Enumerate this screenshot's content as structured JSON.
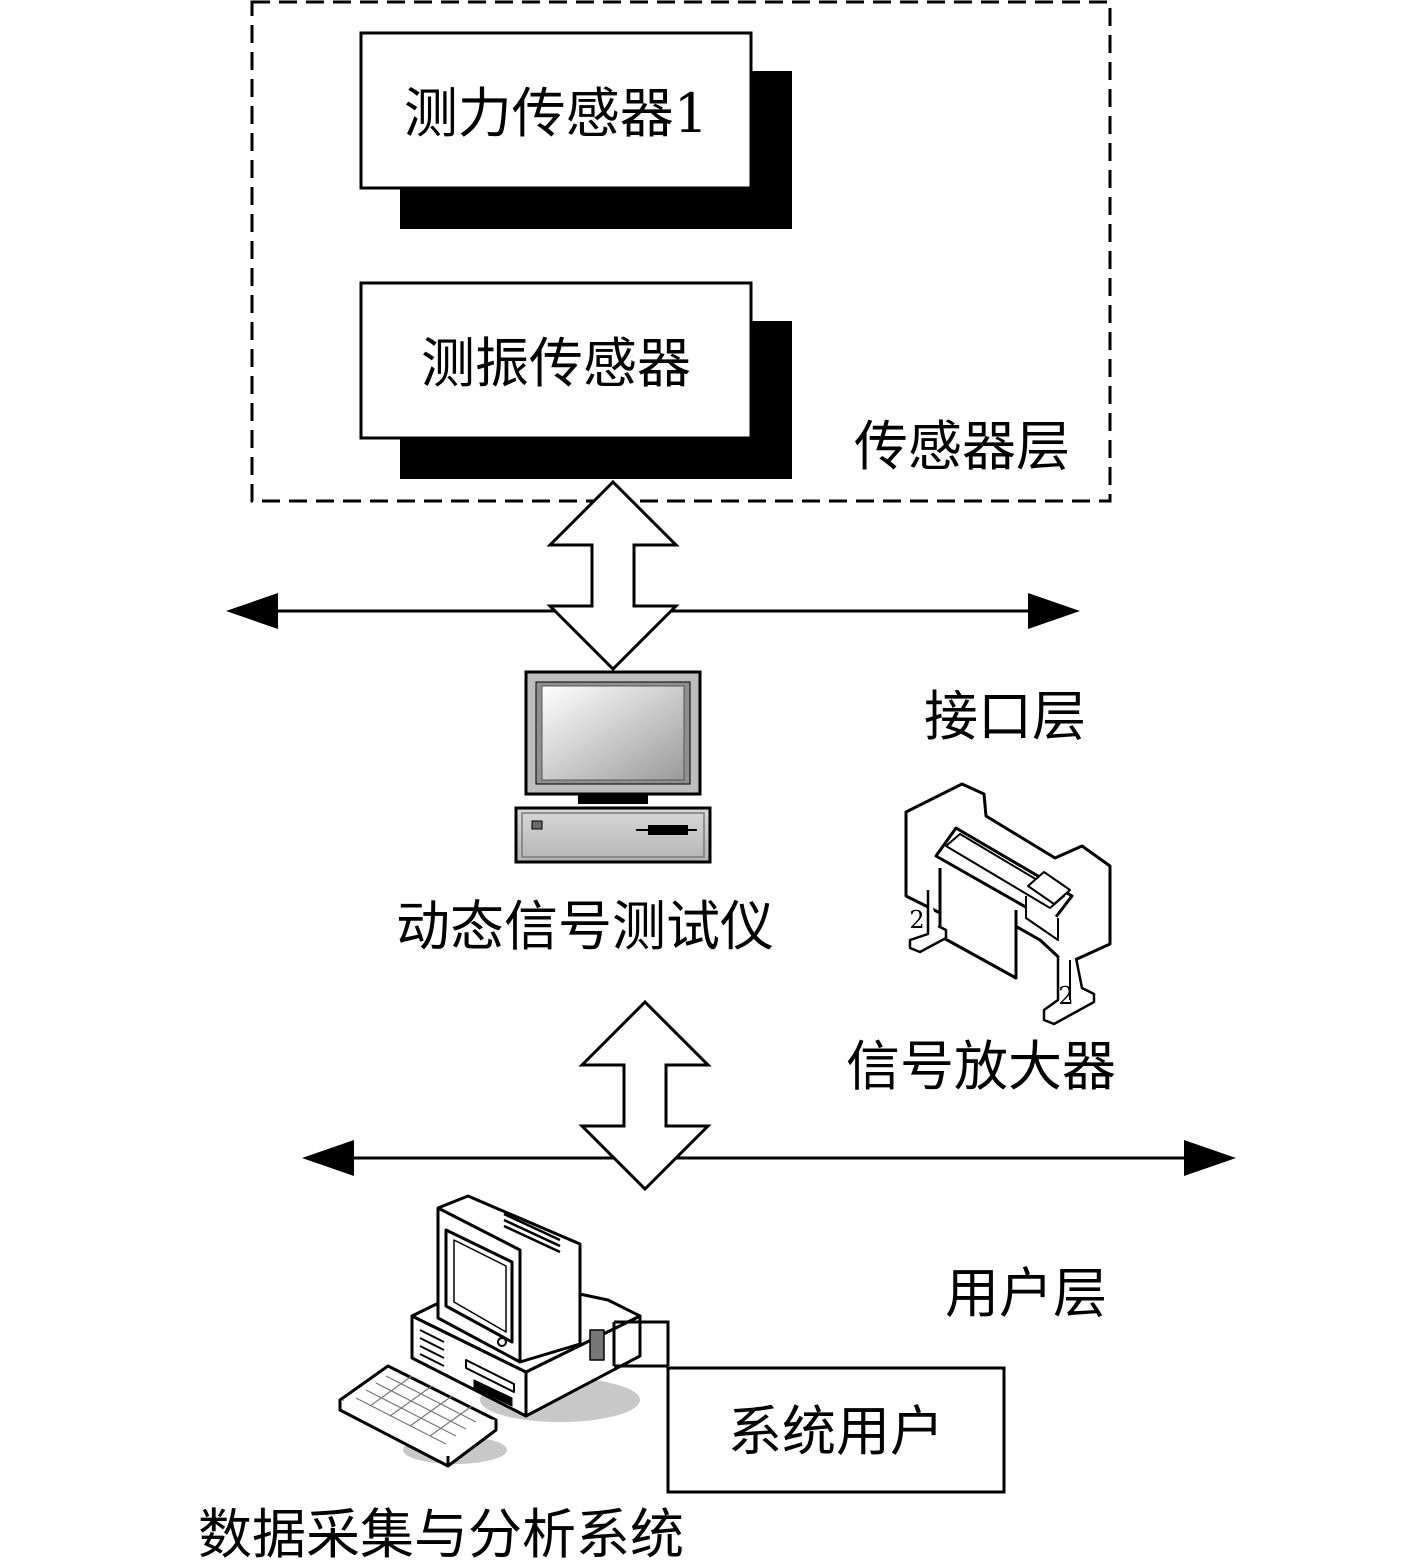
{
  "layers": {
    "sensor_layer": "传感器层",
    "interface_layer": "接口层",
    "user_layer": "用户层"
  },
  "sensors": {
    "force_sensor": "测力传感器1",
    "vibration_sensor": "测振传感器"
  },
  "devices": {
    "dynamic_signal_tester": "动态信号测试仪",
    "signal_amplifier": "信号放大器",
    "data_system": "数据采集与分析系统",
    "system_user": "系统用户"
  },
  "amplifier_markings": {
    "left_digit": "2",
    "right_digit": "2"
  }
}
